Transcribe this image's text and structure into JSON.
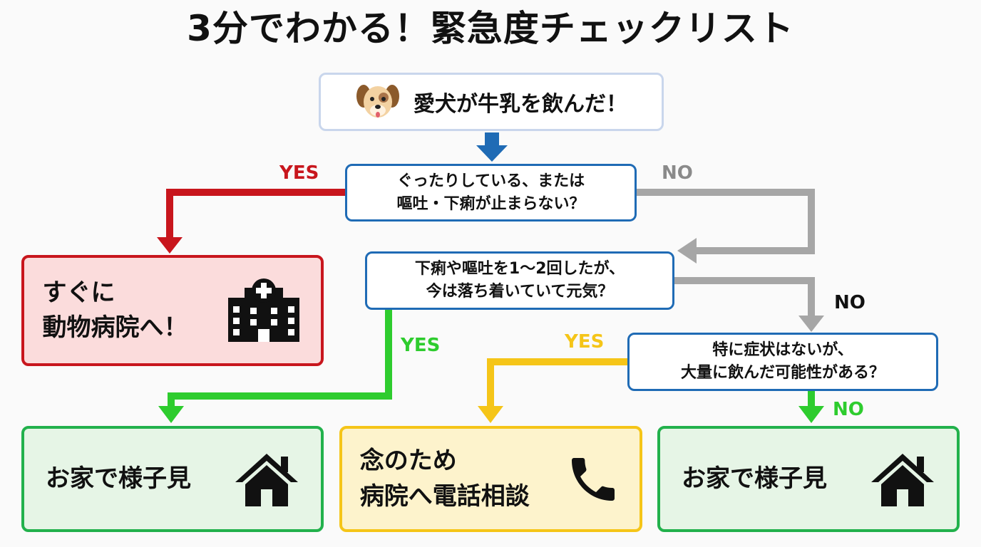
{
  "title": "3分でわかる！緊急度チェックリスト",
  "start": {
    "text": "愛犬が牛乳を飲んだ！",
    "icon": "dog-face-icon"
  },
  "questions": [
    {
      "line1": "ぐったりしている、または",
      "line2": "嘔吐・下痢が止まらない？"
    },
    {
      "line1": "下痢や嘔吐を1〜2回したが、",
      "line2": "今は落ち着いていて元気？"
    },
    {
      "line1": "特に症状はないが、",
      "line2": "大量に飲んだ可能性がある？"
    }
  ],
  "labels": {
    "q1_yes": "YES",
    "q1_no": "NO",
    "q2_yes": "YES",
    "q2_no": "NO",
    "q3_yes": "YES",
    "q3_no": "NO"
  },
  "results": {
    "hospital": {
      "line1": "すぐに",
      "line2": "動物病院へ！",
      "icon": "hospital-icon"
    },
    "home1": {
      "text": "お家で様子見",
      "icon": "house-icon"
    },
    "phone": {
      "line1": "念のため",
      "line2": "病院へ電話相談",
      "icon": "phone-icon"
    },
    "home2": {
      "text": "お家で様子見",
      "icon": "house-icon"
    }
  },
  "colors": {
    "blue": "#1f6bb5",
    "red": "#c8161d",
    "gray": "#a6a6a6",
    "green": "#2ecc2e",
    "yellow": "#f5c518"
  }
}
